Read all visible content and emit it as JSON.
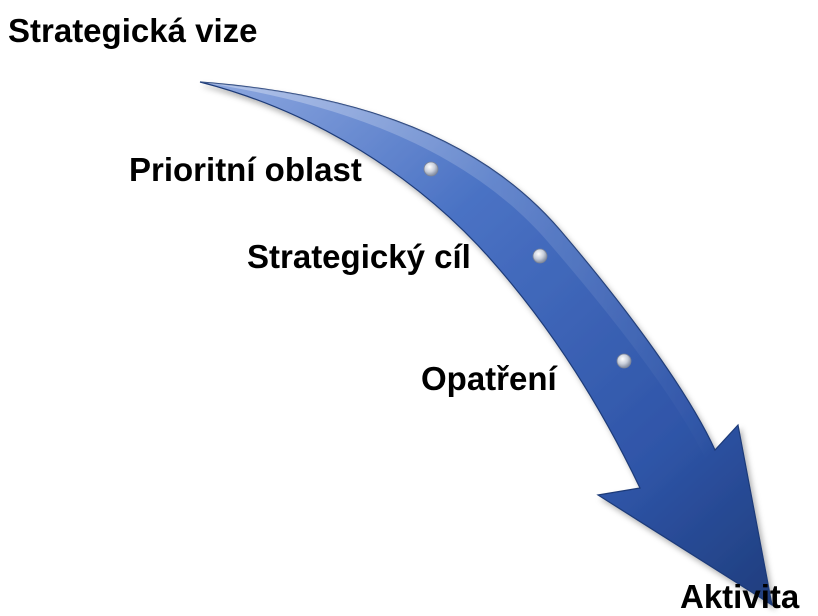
{
  "diagram": {
    "levels": {
      "vision": "Strategická vize",
      "priority_area": "Prioritní oblast",
      "strategic_goal": "Strategický cíl",
      "measure": "Opatření",
      "activity": "Aktivita"
    },
    "colors": {
      "arrow_light": "#6c8ed6",
      "arrow_mid": "#3b63b8",
      "arrow_dark": "#1f3d7d",
      "marker": "#d9dde6",
      "text": "#000000"
    },
    "icons": {
      "arrow": "curved-down-arrow-icon",
      "marker": "bead-marker-icon"
    }
  }
}
